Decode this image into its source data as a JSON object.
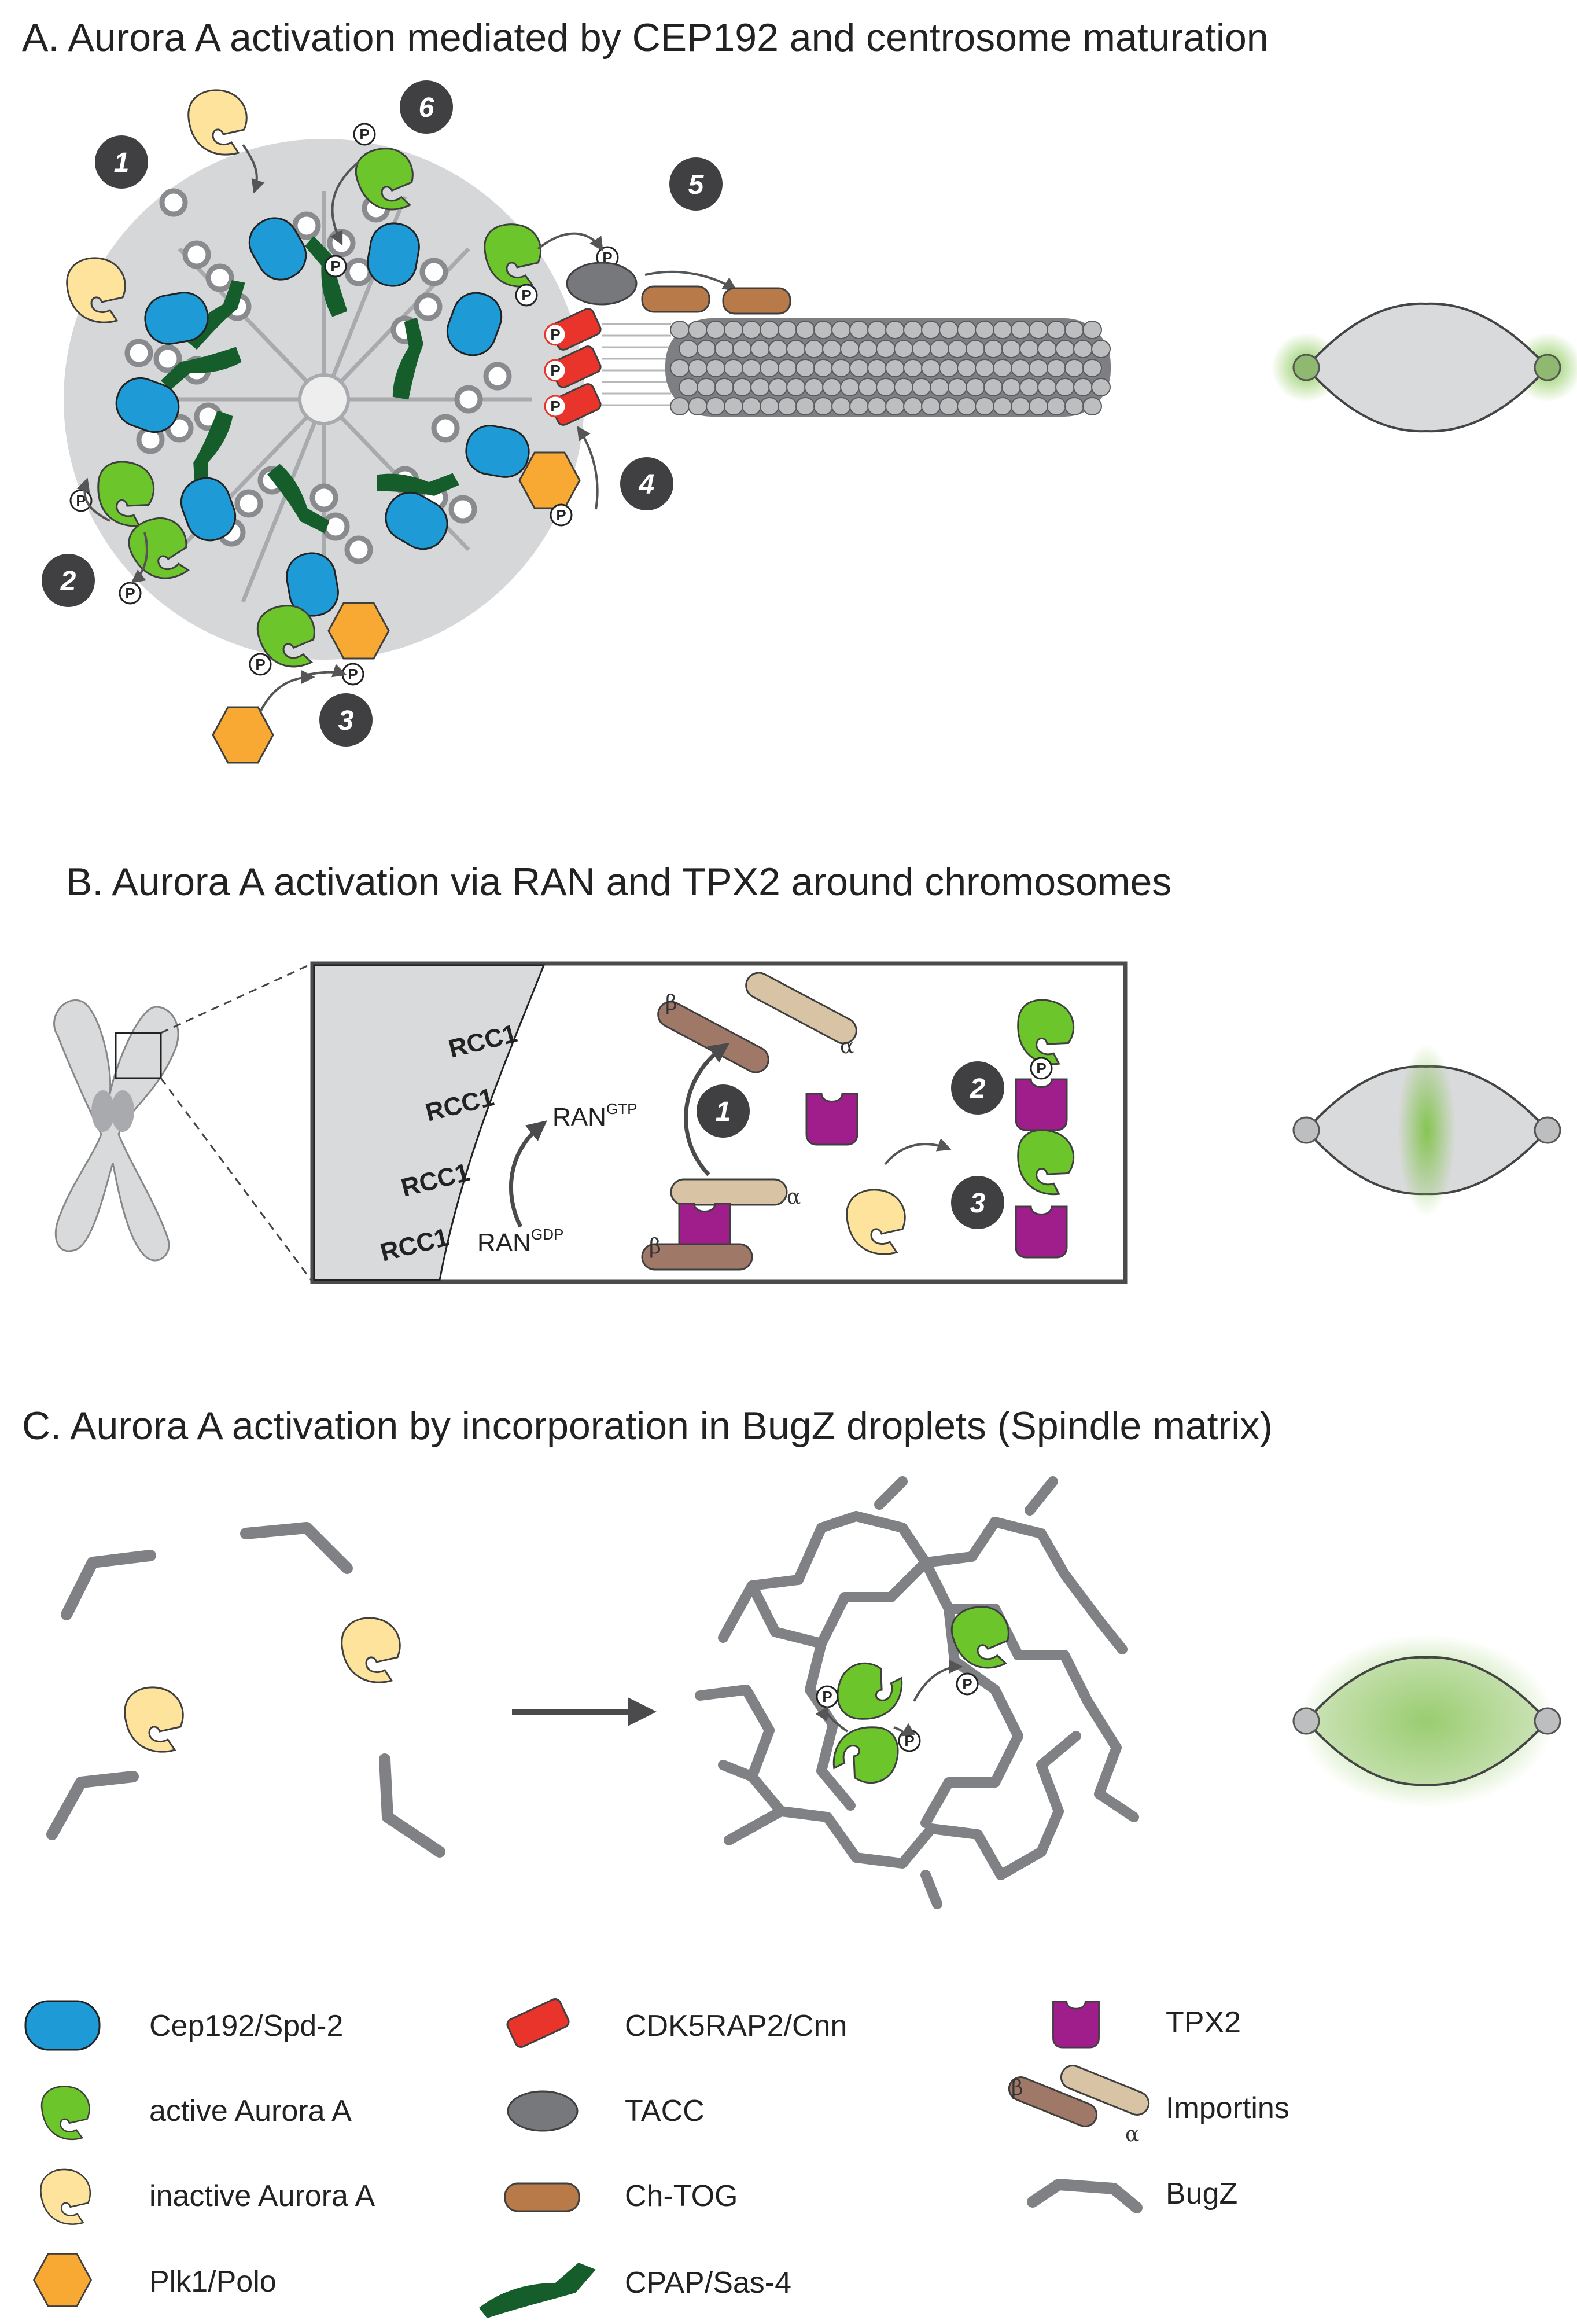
{
  "titles": {
    "a": "A. Aurora A activation mediated by CEP192 and centrosome maturation",
    "b": "B. Aurora A activation via RAN and TPX2 around chromosomes",
    "c": "C. Aurora A activation by incorporation in BugZ droplets (Spindle matrix)"
  },
  "steps_a": [
    "1",
    "2",
    "3",
    "4",
    "5",
    "6"
  ],
  "steps_b": [
    "1",
    "2",
    "3"
  ],
  "phospho": "P",
  "rcc1": "RCC1",
  "ran": {
    "base": "RAN",
    "gtp": "GTP",
    "gdp": "GDP"
  },
  "greek": {
    "alpha": "α",
    "beta": "β"
  },
  "legend": {
    "cep192": "Cep192/Spd-2",
    "active_aurora": "active Aurora A",
    "inactive_aurora": "inactive Aurora A",
    "plk1": "Plk1/Polo",
    "cdk5rap2": "CDK5RAP2/Cnn",
    "tacc": "TACC",
    "chtog": "Ch-TOG",
    "cpap": "CPAP/Sas-4",
    "tpx2": "TPX2",
    "importins": "Importins",
    "bugz": "BugZ"
  },
  "colors": {
    "cep192": "#1e9ad6",
    "active_aurora": "#6cc62b",
    "inactive_aurora": "#fde39c",
    "plk1": "#f8a934",
    "cdk5rap2": "#e8342a",
    "tacc": "#77787b",
    "chtog": "#b87a48",
    "cpap": "#155e2c",
    "tpx2": "#a01d8c",
    "importin_beta": "#a07868",
    "importin_alpha": "#d8c4a4",
    "bugz": "#808185",
    "centrosome": "#d6d7d8",
    "spindle": "#d9dadb",
    "glow": "#7cc242"
  }
}
